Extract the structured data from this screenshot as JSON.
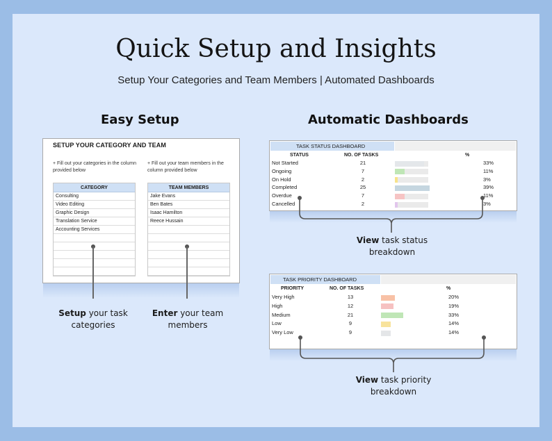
{
  "header": {
    "title": "Quick Setup and Insights",
    "subtitle": "Setup Your Categories and Team Members  |  Automated Dashboards"
  },
  "easy_setup": {
    "heading": "Easy Setup",
    "sheet_title": "SETUP YOUR CATEGORY AND TEAM",
    "category_note": "+ Fill out your categories in the column provided below",
    "team_note": "+ Fill out your team members in the column provided below",
    "category_header": "CATEGORY",
    "categories": [
      "Consulting",
      "Video Editing",
      "Graphic Design",
      "Translation Service",
      "Accounting Services"
    ],
    "team_header": "TEAM MEMBERS",
    "team_members": [
      "Jake Evans",
      "Ben Bates",
      "Isaac Hamilton",
      "Reece Hussain"
    ],
    "caption_left_bold": "Setup",
    "caption_left_rest": " your task",
    "caption_left_line2": "categories",
    "caption_right_bold": "Enter",
    "caption_right_rest": " your team",
    "caption_right_line2": "members"
  },
  "dashboards": {
    "heading": "Automatic Dashboards",
    "status": {
      "tab": "TASK STATUS DASHBOARD",
      "col_status": "STATUS",
      "col_tasks": "NO. OF TASKS",
      "col_pct": "%",
      "max": 25,
      "rows": [
        {
          "label": "Not Started",
          "count": 21,
          "pct": "33%",
          "color": "#e4e7ea"
        },
        {
          "label": "Ongoing",
          "count": 7,
          "pct": "11%",
          "color": "#bfe6b6"
        },
        {
          "label": "On Hold",
          "count": 2,
          "pct": "3%",
          "color": "#f7e28a"
        },
        {
          "label": "Completed",
          "count": 25,
          "pct": "39%",
          "color": "#c5d6e0"
        },
        {
          "label": "Overdue",
          "count": 7,
          "pct": "11%",
          "color": "#f6c4c4"
        },
        {
          "label": "Cancelled",
          "count": 2,
          "pct": "3%",
          "color": "#e1c6ec"
        }
      ],
      "caption_bold": "View",
      "caption_rest": " task status",
      "caption_line2": "breakdown"
    },
    "priority": {
      "tab": "TASK PRIORITY DASHBOARD",
      "col_priority": "PRIORITY",
      "col_tasks": "NO. OF TASKS",
      "col_pct": "%",
      "max": 21,
      "rows": [
        {
          "label": "Very High",
          "count": 13,
          "pct": "20%",
          "color": "#f8c1a6"
        },
        {
          "label": "High",
          "count": 12,
          "pct": "19%",
          "color": "#f6c1c1"
        },
        {
          "label": "Medium",
          "count": 21,
          "pct": "33%",
          "color": "#bfe6b6"
        },
        {
          "label": "Low",
          "count": 9,
          "pct": "14%",
          "color": "#f8e39c"
        },
        {
          "label": "Very Low",
          "count": 9,
          "pct": "14%",
          "color": "#e4e6e8"
        }
      ],
      "caption_bold": "View",
      "caption_rest": " task priority",
      "caption_line2": "breakdown"
    }
  }
}
